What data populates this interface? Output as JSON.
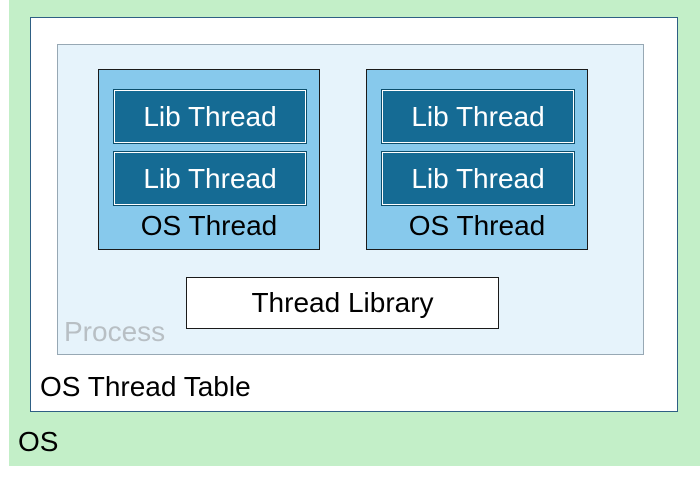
{
  "os": {
    "label": "OS",
    "color": "#c3efc8"
  },
  "os_thread_table": {
    "label": "OS Thread Table"
  },
  "process": {
    "label": "Process",
    "color": "#e6f3fb"
  },
  "os_threads": [
    {
      "label": "OS Thread",
      "lib_threads": [
        "Lib Thread",
        "Lib Thread"
      ]
    },
    {
      "label": "OS Thread",
      "lib_threads": [
        "Lib Thread",
        "Lib Thread"
      ]
    }
  ],
  "thread_library": {
    "label": "Thread Library"
  },
  "colors": {
    "os_thread": "#87c9ec",
    "lib_thread": "#156b94"
  }
}
